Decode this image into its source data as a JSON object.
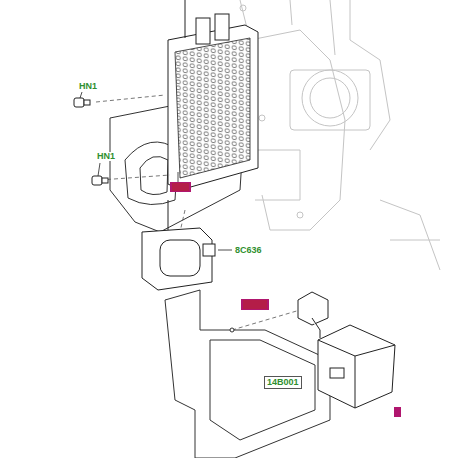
{
  "diagram": {
    "nodes": [
      {
        "text": [
          "14B001"
        ]
      }
    ],
    "labels": [
      "HN1",
      "HN1",
      "8C636"
    ]
  }
}
